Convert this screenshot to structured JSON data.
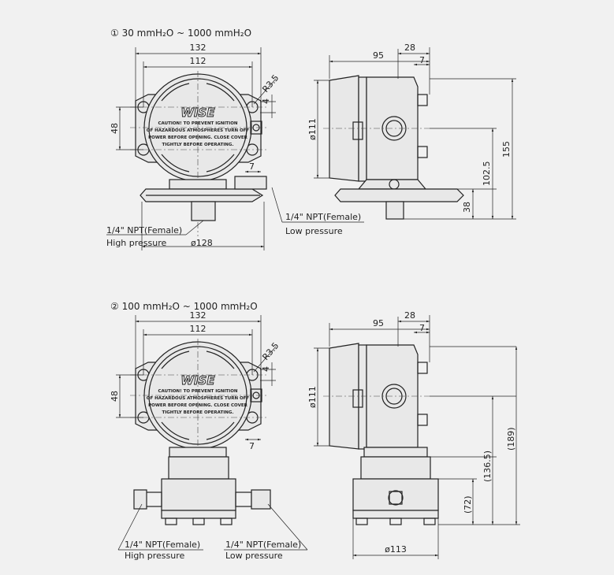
{
  "variant1": {
    "title": "① 30  mmH₂O  ~ 1000  mmH₂O",
    "front": {
      "dim_width_outer": "132",
      "dim_width_inner": "112",
      "dim_radius": "R3.5",
      "dim_offset": "4",
      "dim_height": "48",
      "dim_side": "7",
      "dim_base_dia": "ø128",
      "high_port": "1/4\" NPT(Female)",
      "high_label": "High pressure",
      "low_port": "1/4\" NPT(Female)",
      "low_label": "Low pressure"
    },
    "side": {
      "dim_depth": "95",
      "dim_28": "28",
      "dim_7": "7",
      "dim_dia": "ø111",
      "dim_155": "155",
      "dim_102": "102.5",
      "dim_38": "38"
    }
  },
  "variant2": {
    "title": "② 100  mmH₂O  ~ 1000  mmH₂O",
    "front": {
      "dim_width_outer": "132",
      "dim_width_inner": "112",
      "dim_radius": "R3.5",
      "dim_offset": "4",
      "dim_height": "48",
      "dim_side": "7",
      "high_port": "1/4\" NPT(Female)",
      "high_label": "High pressure",
      "low_port": "1/4\" NPT(Female)",
      "low_label": "Low pressure"
    },
    "side": {
      "dim_depth": "95",
      "dim_28": "28",
      "dim_7": "7",
      "dim_dia": "ø111",
      "dim_189": "(189)",
      "dim_136": "(136.5)",
      "dim_72": "(72)",
      "dim_base_dia": "ø113"
    }
  },
  "nameplate": {
    "logo": "WISE",
    "line1": "CAUTION! TO PREVENT IGNITION",
    "line2": "OF HAZARDOUS ATMOSPHERES TURN OFF",
    "line3": "POWER BEFORE OPENING.  CLOSE COVER",
    "line4": "TIGHTLY BEFORE OPERATING."
  }
}
